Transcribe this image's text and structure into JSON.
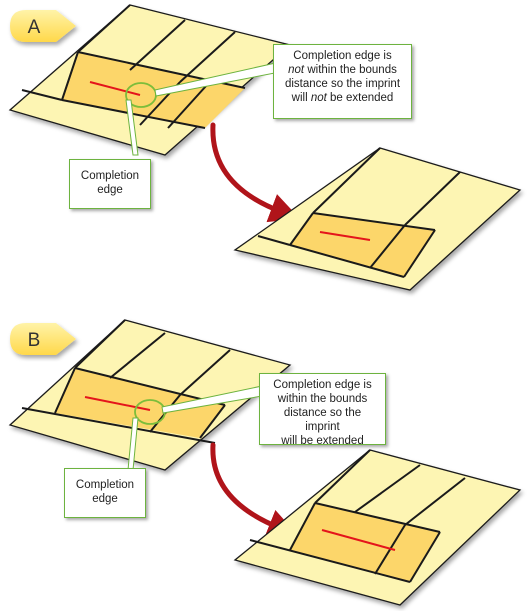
{
  "panels": [
    {
      "badge": "A",
      "completion_label": {
        "line1": "Completion",
        "line2": "edge"
      },
      "bounds_note": {
        "line1": "Completion edge is",
        "line2_em": "not",
        "line2_rest": " within the bounds",
        "line3": "distance so the imprint",
        "line4_pre": "will ",
        "line4_em": "not",
        "line4_post": " be extended"
      }
    },
    {
      "badge": "B",
      "completion_label": {
        "line1": "Completion",
        "line2": "edge"
      },
      "bounds_note": {
        "line1": "Completion edge is",
        "line2": "within the bounds",
        "line3": "distance so the imprint",
        "line4": "will be extended"
      }
    }
  ],
  "colors": {
    "face": "#fdf5b3",
    "imprint": "#fcd66a",
    "edge": "#1a1a1a",
    "completion_edge": "#e4141b",
    "callout_border": "#6db33f",
    "highlight_circle": "#7cbd3b",
    "arrow": "#b0141a",
    "badge": "#ffe680"
  }
}
